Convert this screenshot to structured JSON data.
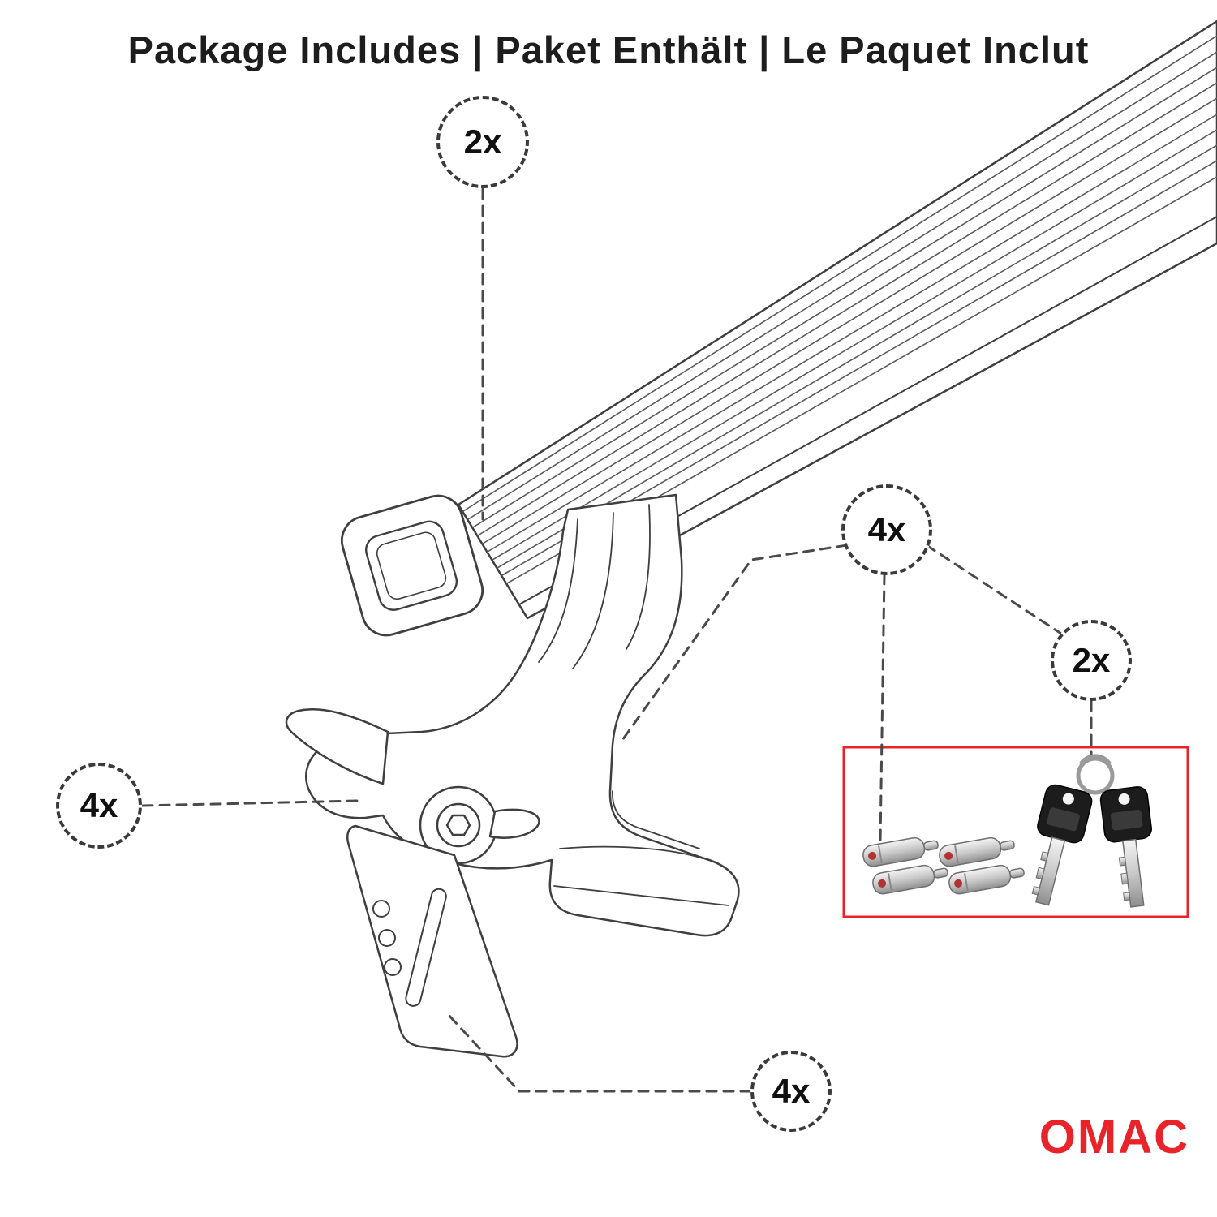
{
  "title": "Package Includes | Paket Enthält | Le Paquet Inclut",
  "callouts": {
    "crossbar": {
      "label": "2x"
    },
    "foot": {
      "label": "4x"
    },
    "locks": {
      "label": "4x"
    },
    "keys": {
      "label": "2x"
    },
    "clamps": {
      "label": "4x"
    }
  },
  "parts_box": {
    "items": [
      "lock-cylinder",
      "key"
    ]
  },
  "logo": {
    "text": "OMAC"
  },
  "colors": {
    "accent": "#e8232a",
    "line": "#3f3f3f"
  }
}
